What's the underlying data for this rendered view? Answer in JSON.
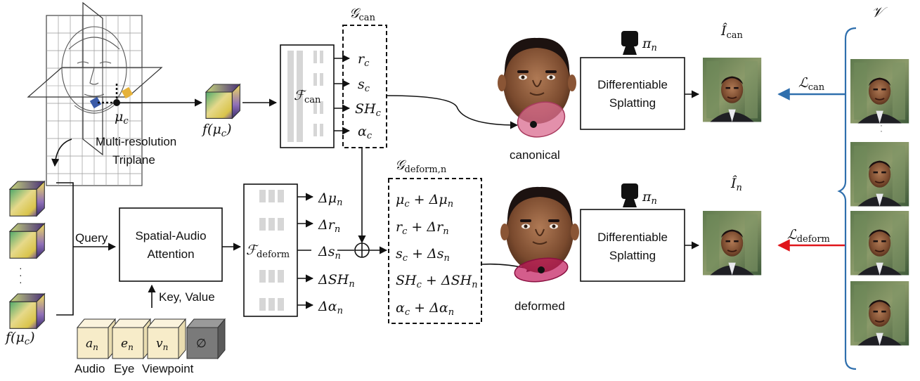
{
  "triplane": {
    "mu": "μ",
    "mu_sub": "c",
    "label_line1": "Multi-resolution",
    "label_line2": "Triplane"
  },
  "feature": {
    "f_mu": "f(μ",
    "f_mu_sub": "c",
    "f_close": ")"
  },
  "f_can": {
    "symbol": "ℱ",
    "sub": "can"
  },
  "f_deform": {
    "symbol": "ℱ",
    "sub": "deform"
  },
  "g_can": {
    "symbol": "𝒢",
    "sub": "can",
    "outputs": [
      {
        "main": "r",
        "sub": "c"
      },
      {
        "main": "s",
        "sub": "c"
      },
      {
        "main": "SH",
        "sub": "c"
      },
      {
        "main": "α",
        "sub": "c"
      }
    ]
  },
  "g_deform": {
    "symbol": "𝒢",
    "sub": "deform,n",
    "rows": [
      {
        "a": "μ",
        "asub": "c",
        "plus": " + Δμ",
        "bsub": "n"
      },
      {
        "a": "r",
        "asub": "c",
        "plus": " + Δr",
        "bsub": "n"
      },
      {
        "a": "s",
        "asub": "c",
        "plus": " + Δs",
        "bsub": "n"
      },
      {
        "a": "SH",
        "asub": "c",
        "plus": " + ΔSH",
        "bsub": "n"
      },
      {
        "a": "α",
        "asub": "c",
        "plus": " + Δα",
        "bsub": "n"
      }
    ]
  },
  "deform_outputs": [
    {
      "main": "Δμ",
      "sub": "n"
    },
    {
      "main": "Δr",
      "sub": "n"
    },
    {
      "main": "Δs",
      "sub": "n"
    },
    {
      "main": "ΔSH",
      "sub": "n"
    },
    {
      "main": "Δα",
      "sub": "n"
    }
  ],
  "attention": {
    "line1": "Spatial-Audio",
    "line2": "Attention",
    "query": "Query",
    "kv": "Key, Value"
  },
  "tokens": [
    {
      "main": "a",
      "sub": "n"
    },
    {
      "main": "e",
      "sub": "n"
    },
    {
      "main": "v",
      "sub": "n"
    },
    {
      "main": "∅",
      "sub": ""
    }
  ],
  "token_labels": {
    "audio": "Audio",
    "eye": "Eye",
    "viewpoint": "Viewpoint"
  },
  "stack_ellipsis": "·\n·\n·",
  "splat": {
    "line1": "Differentiable",
    "line2": "Splatting"
  },
  "camera": {
    "pi": "π",
    "sub": "n"
  },
  "faces": {
    "canonical": "canonical",
    "deformed": "deformed"
  },
  "outputs": {
    "i_can": "Î",
    "i_can_sub": "can",
    "i_n": "Î",
    "i_n_sub": "n"
  },
  "losses": {
    "can": "ℒ",
    "can_sub": "can",
    "deform": "ℒ",
    "deform_sub": "deform",
    "can_color": "#2f6fad",
    "deform_color": "#e0161b"
  },
  "video": {
    "symbol": "𝒱"
  },
  "colors": {
    "bracket": "#2f6fad",
    "ellipse": "#d96b8f",
    "cube_yellow": "#e8d97a",
    "cube_purple": "#5a3f8c",
    "token": "#f7ecc9",
    "null_token": "#6f6f6f"
  }
}
